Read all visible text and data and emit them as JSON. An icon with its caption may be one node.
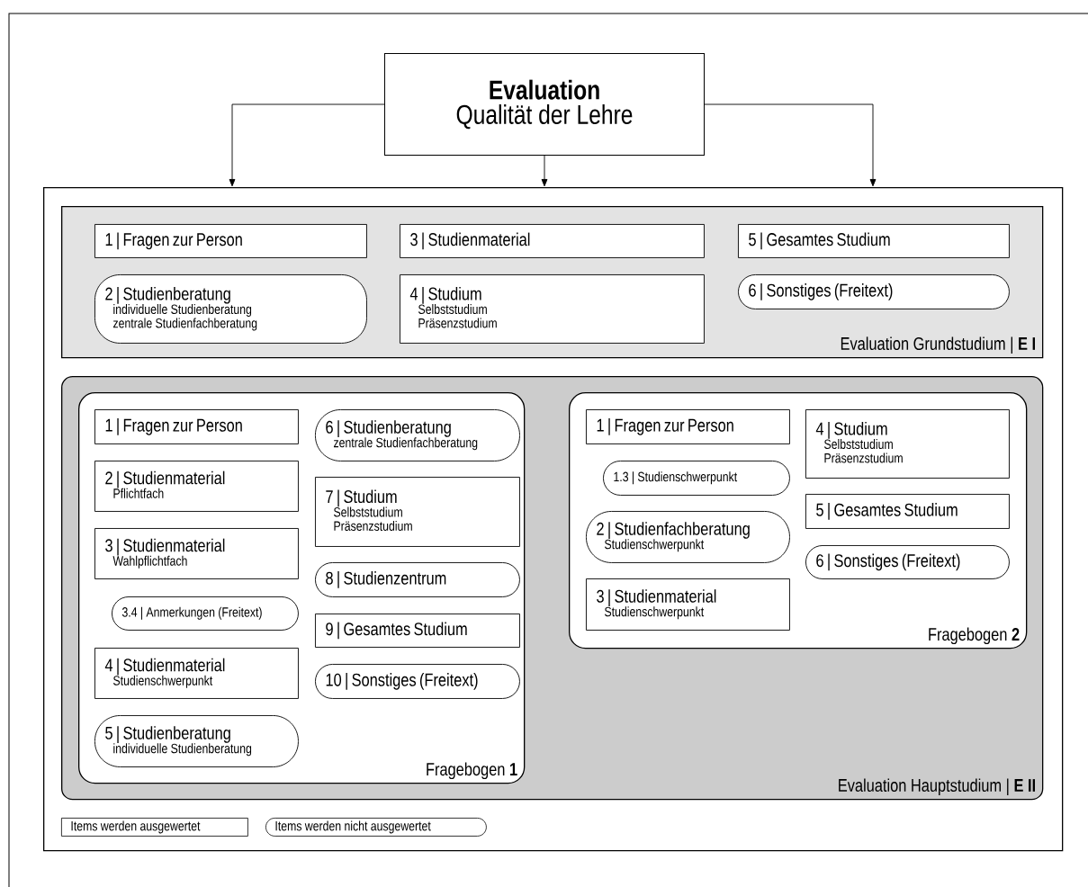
{
  "diagram": {
    "nodes": [
      {
        "text": [
          "Evaluation",
          "Qualität der Lehre"
        ]
      },
      {
        "text": [],
        "shape": "box"
      },
      {
        "text": [
          "Evaluation Grundstudium | **E I**"
        ],
        "in": 1
      },
      {
        "text": [
          "1 | Fragen zur Person"
        ],
        "in": 2
      },
      {
        "text": [
          "3 | Studienmaterial"
        ],
        "in": 2
      },
      {
        "text": [
          "5 | Gesamtes Studium"
        ],
        "in": 2
      },
      {
        "text": [
          "2 | Studienberatung",
          "individuelle Studienberatung",
          "zentrale Studienfachberatung"
        ],
        "in": 2
      },
      {
        "text": [
          "4 | Studium",
          "Selbststudium",
          "Präsenzstudium"
        ],
        "in": 2
      },
      {
        "text": [
          "6 | Sonstiges (Freitext)"
        ],
        "in": 2
      },
      {
        "text": [
          "Evaluation Hauptstudium | **E II**"
        ],
        "in": 1
      },
      {
        "text": [
          "Fragebogen **1**"
        ],
        "in": 9
      },
      {
        "text": [
          "1 | Fragen zur Person"
        ],
        "in": 10
      },
      {
        "text": [
          "2 | Studienmaterial",
          "Pflichtfach"
        ],
        "in": 10
      },
      {
        "text": [
          "3 | Studienmaterial",
          "Wahlpflichtfach"
        ],
        "in": 10
      },
      {
        "text": [
          "3.4 | Anmerkungen (Freitext)"
        ],
        "in": 10
      },
      {
        "text": [
          "4 | Studienmaterial",
          "Studienschwerpunkt"
        ],
        "in": 10
      },
      {
        "text": [
          "5 | Studienberatung",
          "individuelle Studienberatung"
        ],
        "in": 10
      },
      {
        "text": [
          "6 | Studienberatung",
          "zentrale Studienfachberatung"
        ],
        "in": 10
      },
      {
        "text": [
          "7 | Studium",
          "Selbststudium",
          "Präsenzstudium"
        ],
        "in": 10
      },
      {
        "text": [
          "8 | Studienzentrum"
        ],
        "in": 10
      },
      {
        "text": [
          "9 | Gesamtes Studium"
        ],
        "in": 10
      },
      {
        "text": [
          "10 | Sonstiges (Freitext)"
        ],
        "in": 10
      },
      {
        "text": [
          "Fragebogen **2**"
        ],
        "in": 9
      },
      {
        "text": [
          "1 | Fragen zur Person"
        ],
        "in": 22
      },
      {
        "text": [
          "1.3 | Studienschwerpunkt"
        ],
        "in": 22
      },
      {
        "text": [
          "2 | Studienfachberatung",
          "Studienschwerpunkt"
        ],
        "in": 22
      },
      {
        "text": [
          "3 | Studienmaterial",
          "Studienschwerpunkt"
        ],
        "in": 22
      },
      {
        "text": [
          "4 | Studium",
          "Selbststudium",
          "Präsenzstudium"
        ],
        "in": 22
      },
      {
        "text": [
          "5 | Gesamtes Studium"
        ],
        "in": 22
      },
      {
        "text": [
          "6 | Sonstiges (Freitext)"
        ],
        "in": 22
      }
    ],
    "edges": [
      {
        "from": 0,
        "to": 1,
        "arrow": "to"
      },
      {
        "from": 0,
        "to": 1,
        "arrow": "to"
      },
      {
        "from": 0,
        "to": 1,
        "arrow": "to"
      }
    ],
    "legend": [
      {
        "text": "Items werden ausgewertet"
      },
      {
        "text": "Items werden nicht ausgewertet"
      }
    ]
  }
}
